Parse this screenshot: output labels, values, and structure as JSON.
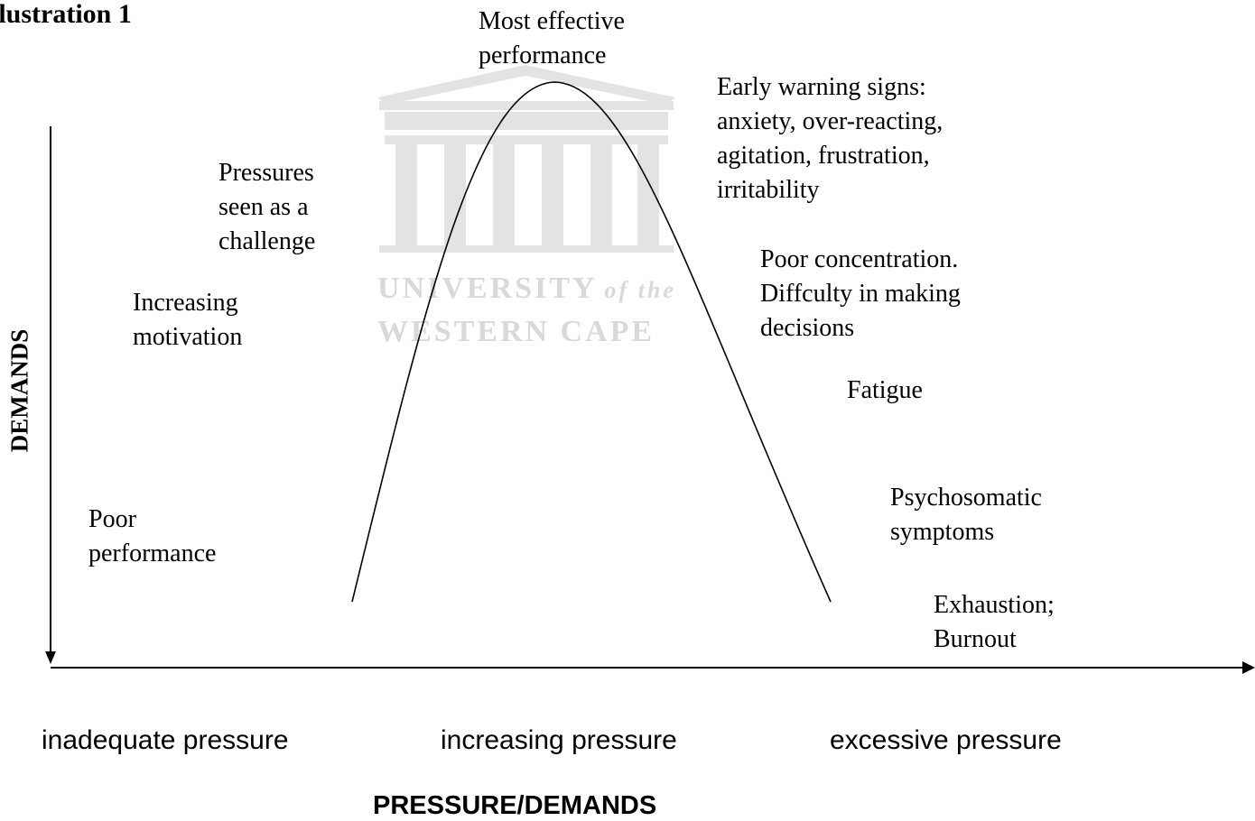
{
  "title": "llustration 1",
  "axes": {
    "y_label": "DEMANDS",
    "x_label": "PRESSURE/DEMANDS",
    "x_categories": [
      "inadequate pressure",
      "increasing pressure",
      "excessive pressure"
    ]
  },
  "peak_label": [
    "Most effective",
    "performance"
  ],
  "left_annotations": [
    {
      "id": "pressures-challenge",
      "lines": [
        "Pressures",
        "seen as a",
        "challenge"
      ]
    },
    {
      "id": "increasing-motivation",
      "lines": [
        "Increasing",
        "motivation"
      ]
    },
    {
      "id": "poor-performance",
      "lines": [
        "Poor",
        "performance"
      ]
    }
  ],
  "right_annotations": [
    {
      "id": "early-warning-signs",
      "lines": [
        "Early warning signs:",
        "anxiety, over-reacting,",
        "agitation, frustration,",
        "irritability"
      ]
    },
    {
      "id": "poor-concentration",
      "lines": [
        "Poor concentration.",
        "Diffculty in making",
        "decisions"
      ]
    },
    {
      "id": "fatigue",
      "lines": [
        "Fatigue"
      ]
    },
    {
      "id": "psychosomatic",
      "lines": [
        "Psychosomatic",
        "symptoms"
      ]
    },
    {
      "id": "exhaustion",
      "lines": [
        "Exhaustion;",
        "Burnout"
      ]
    }
  ],
  "watermark": {
    "line1": "UNIVERSITY",
    "line1_italic": "of the",
    "line2": "WESTERN CAPE",
    "color": "#d9d9d9"
  },
  "colors": {
    "ink": "#000000",
    "background": "#ffffff"
  }
}
